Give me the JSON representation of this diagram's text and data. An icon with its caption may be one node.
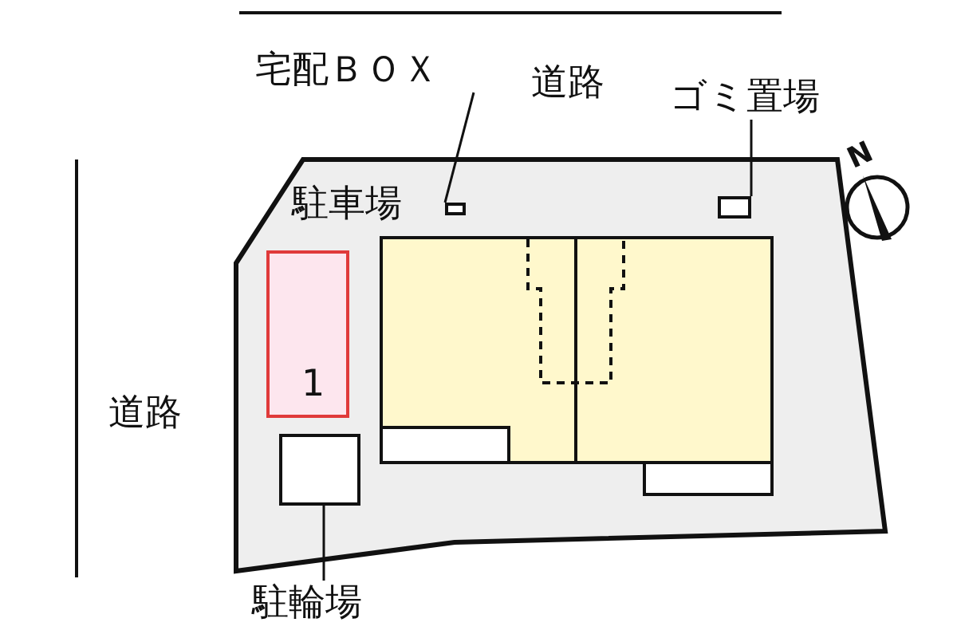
{
  "diagram": {
    "nodes": [
      {
        "text": [
          "宅配ＢＯＸ"
        ]
      },
      {
        "text": [
          "ゴミ置場"
        ]
      },
      {
        "text": [
          "駐車場"
        ]
      },
      {
        "text": [],
        "shape": "box",
        "in": 2
      },
      {
        "text": [],
        "shape": "box",
        "in": 2
      },
      {
        "text": [
          "1"
        ],
        "in": 2
      },
      {
        "text": [],
        "shape": "box",
        "in": 2
      },
      {
        "text": [],
        "shape": "box",
        "in": 2
      },
      {
        "text": [
          "駐輪場"
        ]
      }
    ],
    "edges": [
      {
        "from": 0,
        "to": 3,
        "arrow": "none"
      },
      {
        "from": 1,
        "to": 4,
        "arrow": "none"
      },
      {
        "from": 8,
        "to": 7,
        "arrow": "none"
      }
    ],
    "labels": [
      "道路",
      "道路",
      "N"
    ]
  }
}
